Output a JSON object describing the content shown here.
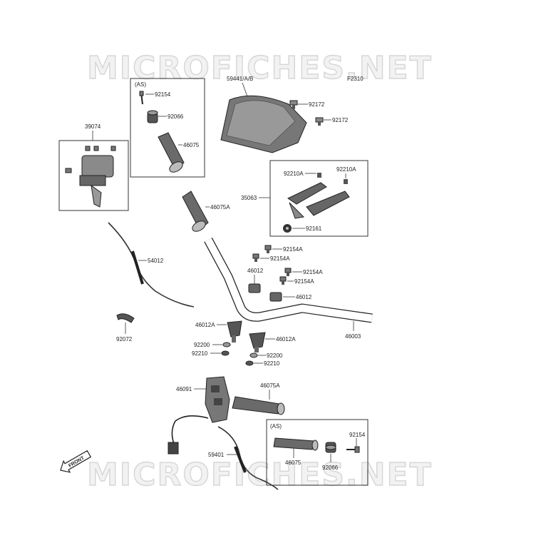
{
  "figure_code": "F2310",
  "watermark": "MICROFICHES.NET",
  "front_label": "FRONT",
  "groups": {
    "as_top": "(AS)",
    "as_bottom": "(AS)"
  },
  "labels": {
    "p59441": "59441/A/B",
    "p92172a": "92172",
    "p92172b": "92172",
    "p92154_as": "92154",
    "p92066_as": "92066",
    "p46075_as": "46075",
    "p39074": "39074",
    "p35063": "35063",
    "p92210a_l": "92210A",
    "p92210a_r": "92210A",
    "p92161": "92161",
    "p46075a_top": "46075A",
    "p54012": "54012",
    "p92154a_1": "92154A",
    "p92154a_2": "92154A",
    "p46012_l": "46012",
    "p92154a_3": "92154A",
    "p92154a_4": "92154A",
    "p46012_r": "46012",
    "p92072": "92072",
    "p46012a_l": "46012A",
    "p46012a_r": "46012A",
    "p46003": "46003",
    "p92200_l": "92200",
    "p92210_l": "92210",
    "p92200_r": "92200",
    "p92210_r": "92210",
    "p46091": "46091",
    "p46075a_bot": "46075A",
    "p59401": "59401",
    "p92154_bot": "92154",
    "p46075_bot": "46075",
    "p92066_bot": "92066"
  }
}
